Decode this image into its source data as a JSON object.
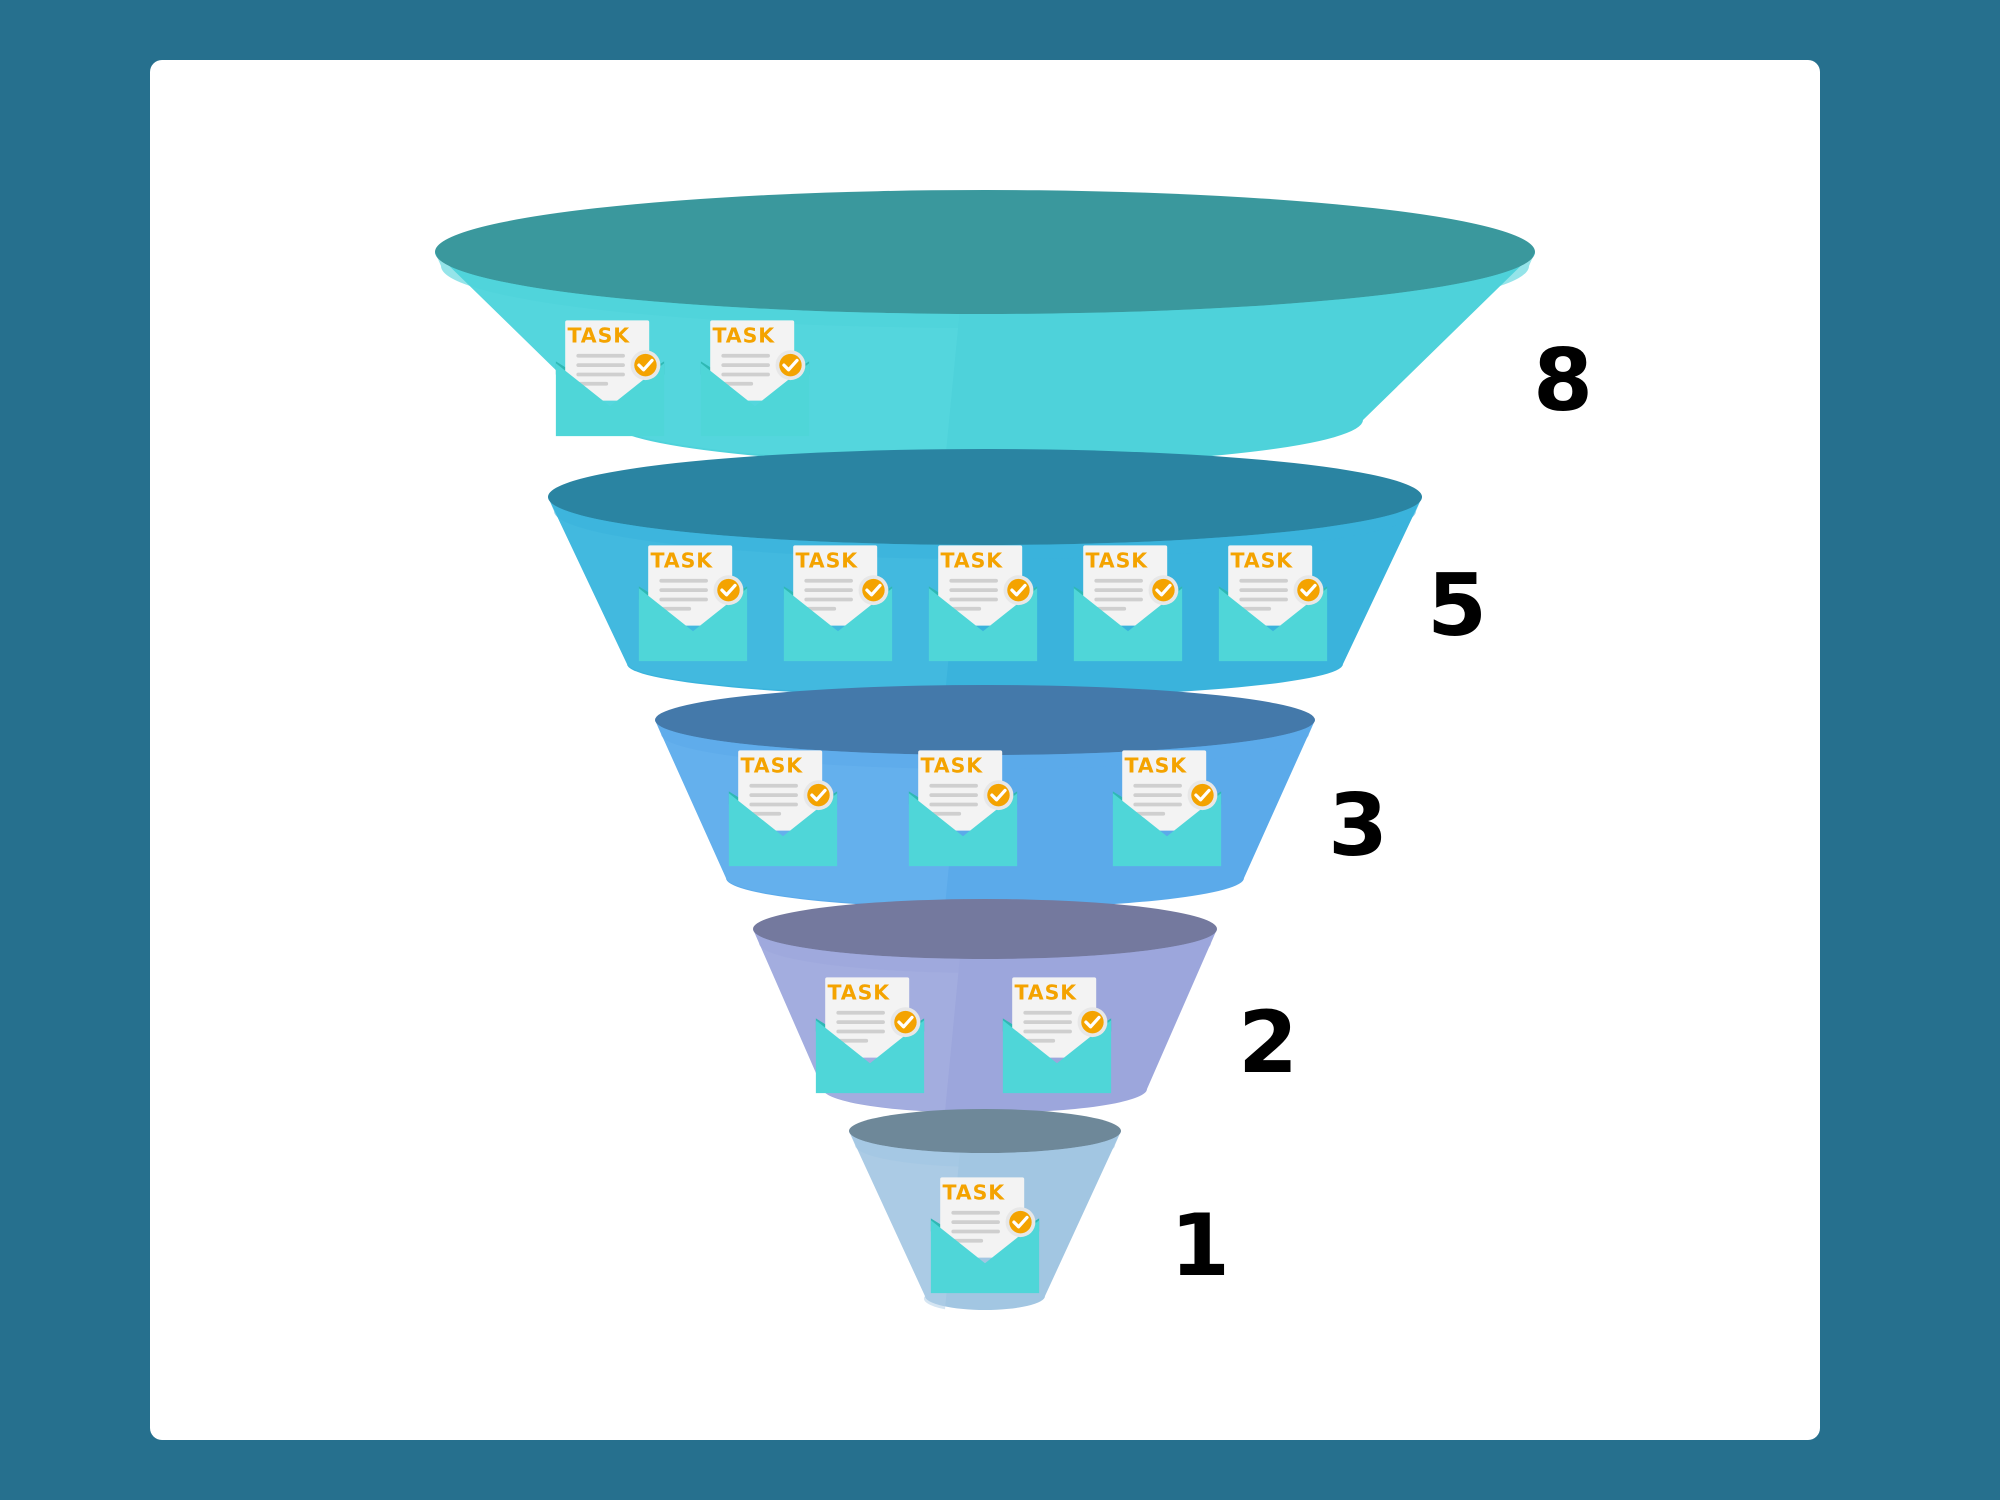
{
  "colors": {
    "background": "#26708e",
    "card": "#ffffff",
    "envelope": "#4fd6d8",
    "envelope_dark": "#2fb8b4",
    "paper": "#f3f3f3",
    "paper_lines": "#cfcfcf",
    "task_text": "#f4a300",
    "badge": "#f4a300",
    "badge_check": "#ffffff",
    "number_text": "#000000"
  },
  "icon": {
    "name": "task-envelope-icon",
    "label": "TASK",
    "badge_icon": "check-badge-icon"
  },
  "tiers": [
    {
      "value": 8,
      "label": "8",
      "task_count": 2,
      "top": "#3a989d",
      "body": "#4ed2da",
      "highlight": "#5ad9e0"
    },
    {
      "value": 5,
      "label": "5",
      "task_count": 5,
      "top": "#2a84a2",
      "body": "#3ab3dc",
      "highlight": "#48bee2"
    },
    {
      "value": 3,
      "label": "3",
      "task_count": 3,
      "top": "#4479aa",
      "body": "#5baaea",
      "highlight": "#6cb5ee"
    },
    {
      "value": 2,
      "label": "2",
      "task_count": 2,
      "top": "#74799e",
      "body": "#9ca6dc",
      "highlight": "#a9b2e2"
    },
    {
      "value": 1,
      "label": "1",
      "task_count": 1,
      "top": "#6e8899",
      "body": "#a2c6e2",
      "highlight": "#b2d0e8"
    }
  ]
}
